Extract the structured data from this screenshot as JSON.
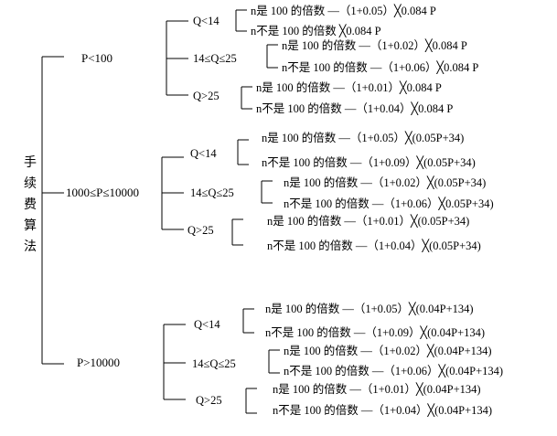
{
  "root": {
    "chars": [
      "手",
      "续",
      "费",
      "算",
      "法"
    ]
  },
  "ranges": [
    {
      "label": "P<100",
      "q_groups": [
        {
          "label": "Q<14",
          "leaves": [
            "n是 100 的倍数 —（1+0.05）╳0.084 P",
            "n不是 100 的倍数 ╳0.084 P"
          ]
        },
        {
          "label": "14≤Q≤25",
          "leaves": [
            "n是 100 的倍数 —（1+0.02）╳0.084 P",
            "n不是 100 的倍数 —（1+0.06）╳0.084 P"
          ]
        },
        {
          "label": "Q>25",
          "leaves": [
            "n是 100 的倍数 —（1+0.01）╳0.084 P",
            "n不是 100 的倍数 —（1+0.04）╳0.084 P"
          ]
        }
      ]
    },
    {
      "label": "1000≤P≤10000",
      "q_groups": [
        {
          "label": "Q<14",
          "leaves": [
            "n是 100 的倍数 —（1+0.05）╳(0.05P+34)",
            "n不是 100 的倍数 —（1+0.09）╳(0.05P+34)"
          ]
        },
        {
          "label": "14≤Q≤25",
          "leaves": [
            "n是 100 的倍数 —（1+0.02）╳(0.05P+34)",
            "n不是 100 的倍数 —（1+0.06）╳0.05P+34)"
          ]
        },
        {
          "label": "Q>25",
          "leaves": [
            "n是 100 的倍数 —（1+0.01）╳(0.05P+34)",
            "n不是 100 的倍数 —（1+0.04）╳(0.05P+34)"
          ]
        }
      ]
    },
    {
      "label": "P>10000",
      "q_groups": [
        {
          "label": "Q<14",
          "leaves": [
            "n是 100 的倍数 —（1+0.05）╳(0.04P+134)",
            "n不是 100 的倍数 —（1+0.09）╳(0.04P+134)"
          ]
        },
        {
          "label": "14≤Q≤25",
          "leaves": [
            "n是 100 的倍数 —（1+0.02）╳(0.04P+134)",
            "n不是 100 的倍数 —（1+0.06）╳(0.04P+134)"
          ]
        },
        {
          "label": "Q>25",
          "leaves": [
            "n是 100 的倍数 —（1+0.01）╳(0.04P+134)",
            "n不是 100 的倍数 —（1+0.04）╳(0.04P+134)"
          ]
        }
      ]
    }
  ]
}
